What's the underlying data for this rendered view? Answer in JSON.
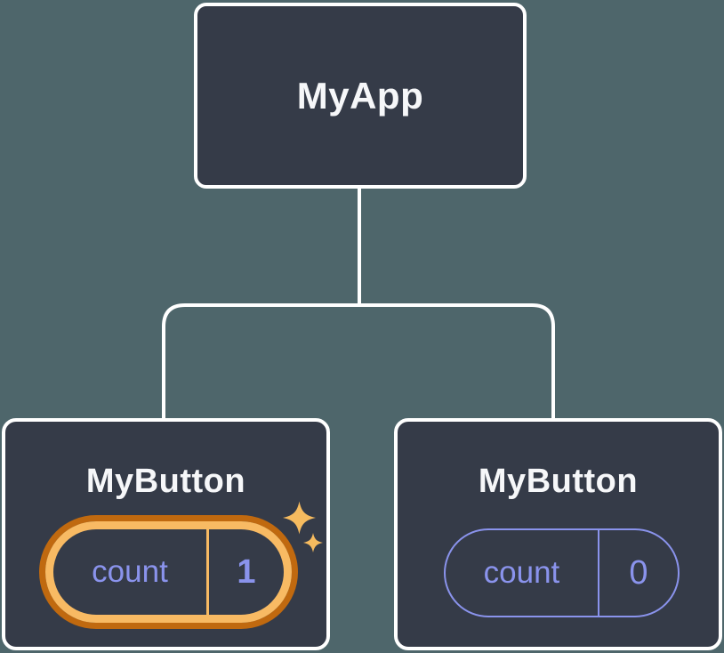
{
  "diagram": {
    "description": "React component tree with state",
    "nodes": {
      "root": {
        "label": "MyApp"
      },
      "left": {
        "label": "MyButton",
        "state_key": "count",
        "state_value": "1",
        "highlighted": true
      },
      "right": {
        "label": "MyButton",
        "state_key": "count",
        "state_value": "0",
        "highlighted": false
      }
    },
    "icons": {
      "sparkle_large": "sparkle-icon",
      "sparkle_small": "sparkle-icon"
    },
    "colors": {
      "background": "#4E666B",
      "node_fill": "#353B48",
      "node_border": "#FFFFFF",
      "connector": "#FFFFFF",
      "title_text": "#F6F7F9",
      "state_text": "#8A93EC",
      "state_pill_outline": "#8A93EC",
      "highlight_ring_inner": "#F8BA63",
      "highlight_ring_outer": "#C0690F",
      "sparkle": "#F6BB5F"
    }
  }
}
